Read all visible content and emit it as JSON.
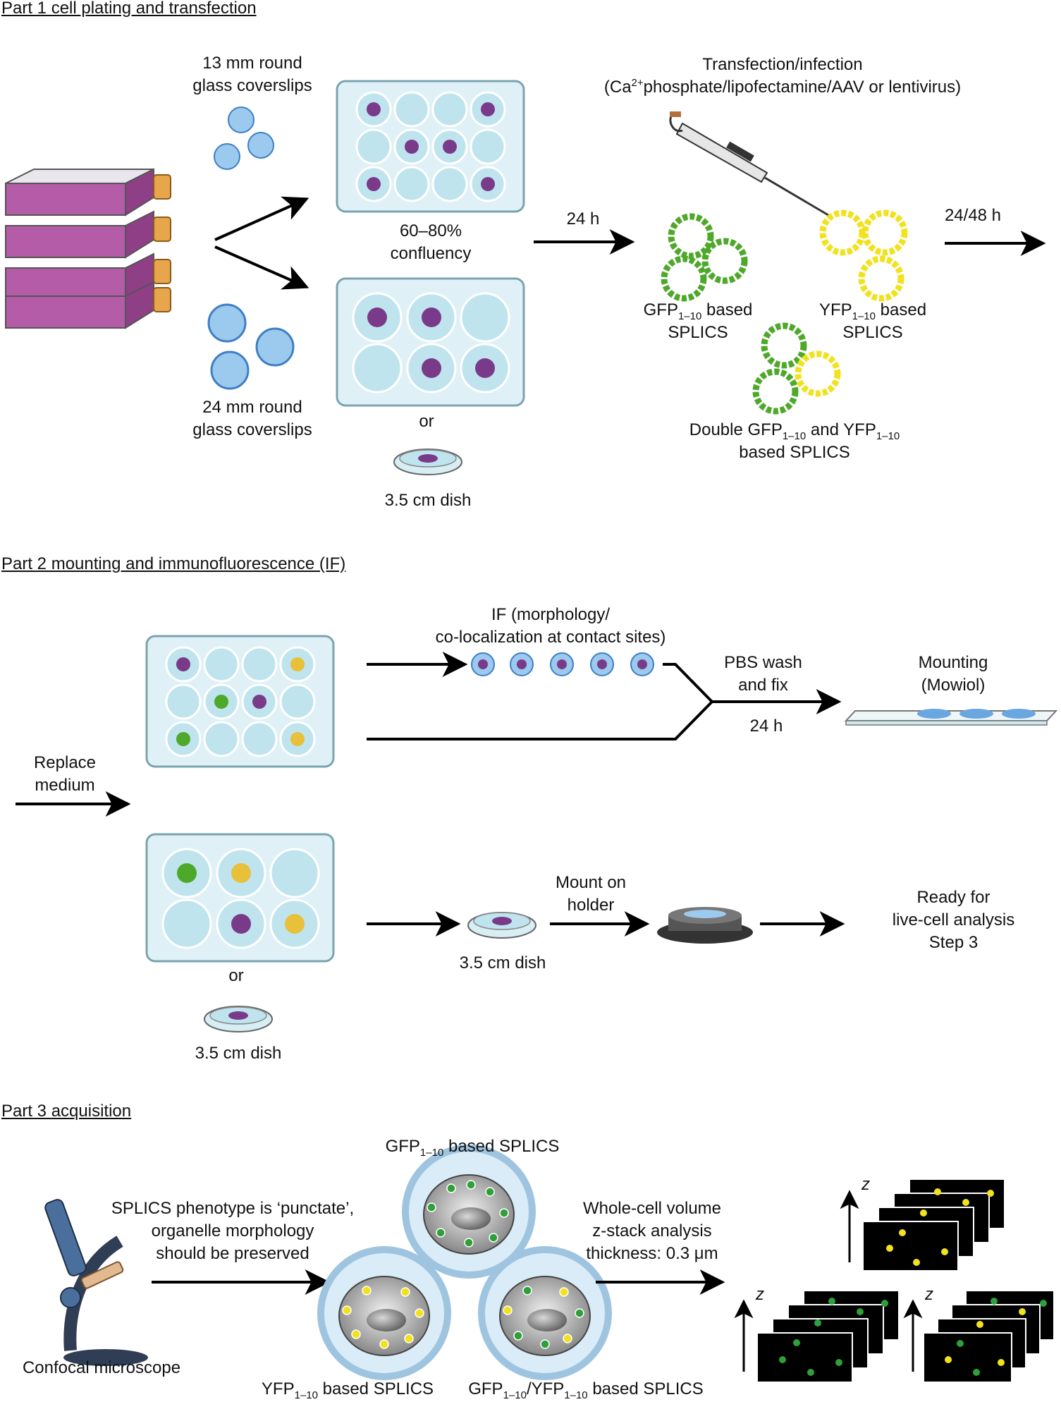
{
  "part1": {
    "title": "Part 1 cell plating and transfection",
    "cov13": [
      "13 mm round",
      "glass coverslips"
    ],
    "cov24": [
      "24 mm round",
      "glass coverslips"
    ],
    "confluency": [
      "60–80%",
      "confluency"
    ],
    "or": "or",
    "dish": "3.5 cm dish",
    "time1": "24 h",
    "transfection_l1": "Transfection/infection",
    "transfection_l2a": "(Ca",
    "transfection_sup": "2+",
    "transfection_l2b": "phosphate/lipofectamine/AAV or lentivirus)",
    "gfp_pre": "GFP",
    "gfp_sub": "1–10",
    "gfp_post": " based",
    "gfp_l2": "SPLICS",
    "yfp_pre": "YFP",
    "yfp_sub": "1–10",
    "yfp_post": " based",
    "yfp_l2": "SPLICS",
    "double_a": "Double GFP",
    "double_sub1": "1–10",
    "double_b": " and YFP",
    "double_sub2": "1–10",
    "double_l2": "based SPLICS",
    "time2": "24/48 h"
  },
  "part2": {
    "title": "Part 2 mounting and immunofluorescence (IF)",
    "replace": [
      "Replace",
      "medium"
    ],
    "if_label": [
      "IF (morphology/",
      "co-localization at contact sites)"
    ],
    "pbs": [
      "PBS wash",
      "and fix"
    ],
    "time": "24 h",
    "mounting": [
      "Mounting",
      "(Mowiol)"
    ],
    "dish_mid": "3.5 cm dish",
    "mount_holder": [
      "Mount on",
      "holder"
    ],
    "ready": [
      "Ready for",
      "live-cell analysis",
      "Step 3"
    ],
    "or": "or",
    "dish_left": "3.5 cm dish"
  },
  "part3": {
    "title": "Part 3 acquisition",
    "phenotype": [
      "SPLICS phenotype is ‘punctate’,",
      "organelle morphology",
      "should be preserved"
    ],
    "microscope": "Confocal microscope",
    "gfp_pre": "GFP",
    "gfp_sub": "1–10",
    "gfp_post": " based SPLICS",
    "yfp_pre": "YFP",
    "yfp_sub": "1–10",
    "yfp_post": " based SPLICS",
    "dbl_a": "GFP",
    "dbl_sub1": "1–10",
    "dbl_b": "/YFP",
    "dbl_sub2": "1–10",
    "dbl_c": " based SPLICS",
    "zstack": [
      "Whole-cell volume",
      "z-stack analysis",
      "thickness: 0.3 μm"
    ],
    "z": "z"
  },
  "colors": {
    "flask": "#b45ca8",
    "cap": "#e7a64b",
    "plate_well": "#bfe4ee",
    "coverslip": "#6aa6e0",
    "gfp": "#4ea82a",
    "yfp": "#f2e21e",
    "cell_cluster": "#7a3a8a"
  }
}
